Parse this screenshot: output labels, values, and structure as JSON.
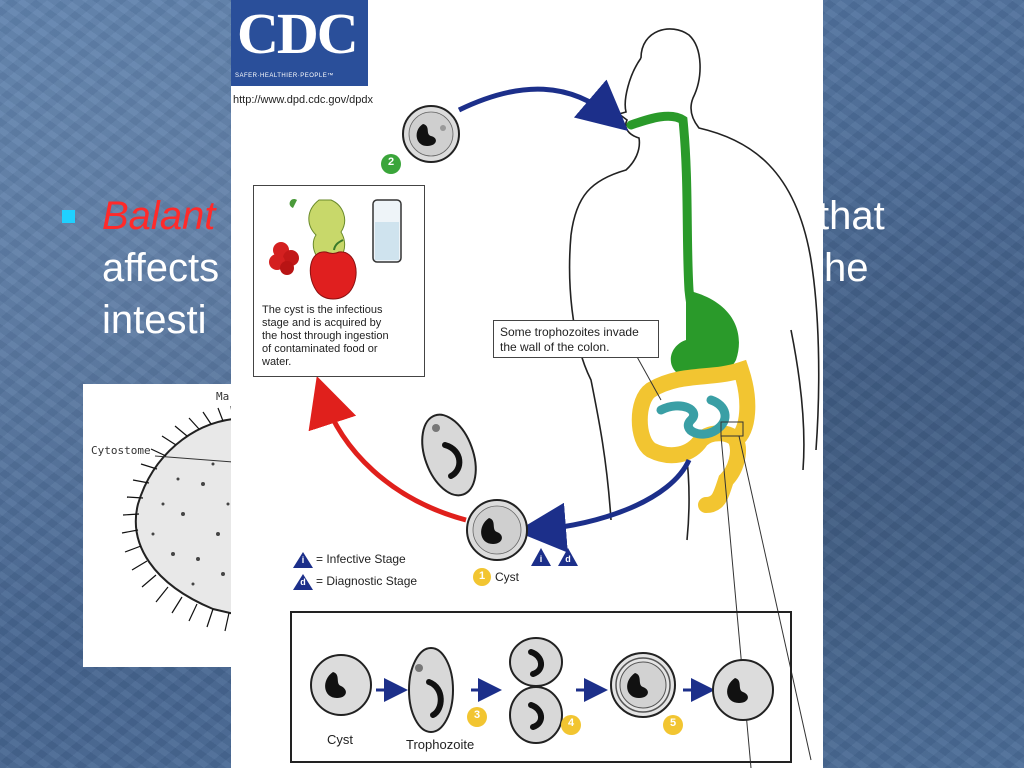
{
  "slide": {
    "bullet_line1_italic": "Balant",
    "bullet_line1_right": "that",
    "bullet_line2_left": "affects",
    "bullet_line2_right": "he",
    "bullet_line3_left": "intesti",
    "colors": {
      "bullet": "#1fd0ff",
      "italic_text": "#ff2a2a",
      "background": "#4c6e9a"
    }
  },
  "micrograph": {
    "label_cytostome": "Cytostome",
    "label_top_fragment": "Ma"
  },
  "diagram": {
    "logo_text": "CDC",
    "logo_tagline": "SAFER·HEALTHIER·PEOPLE™",
    "url": "http://www.dpd.cdc.gov/dpdx",
    "infection_note": [
      "The cyst is the infectious",
      "stage and is acquired by",
      "the host through ingestion",
      "of contaminated food or",
      "water."
    ],
    "colon_note": [
      "Some trophozoites invade",
      "the wall of the colon."
    ],
    "legend_infective": "= Infective Stage",
    "legend_diagnostic": "= Diagnostic Stage",
    "legend_infective_icon": "i",
    "legend_diagnostic_icon": "d",
    "cyst_label": "Cyst",
    "stage_numbers": {
      "s1": "1",
      "s2": "2",
      "s3": "3",
      "s4": "4",
      "s5": "5"
    },
    "bottom_cyst_label": "Cyst",
    "bottom_trophozoite_label": "Trophozoite",
    "colors": {
      "arrow_blue": "#1c2f8a",
      "arrow_red": "#e0201c",
      "stomach": "#2a9a2a",
      "colon": "#f2c531",
      "small_intestine": "#3a9fa5",
      "stage_number": "#f2c531",
      "stage2": "#3aa53a"
    }
  }
}
